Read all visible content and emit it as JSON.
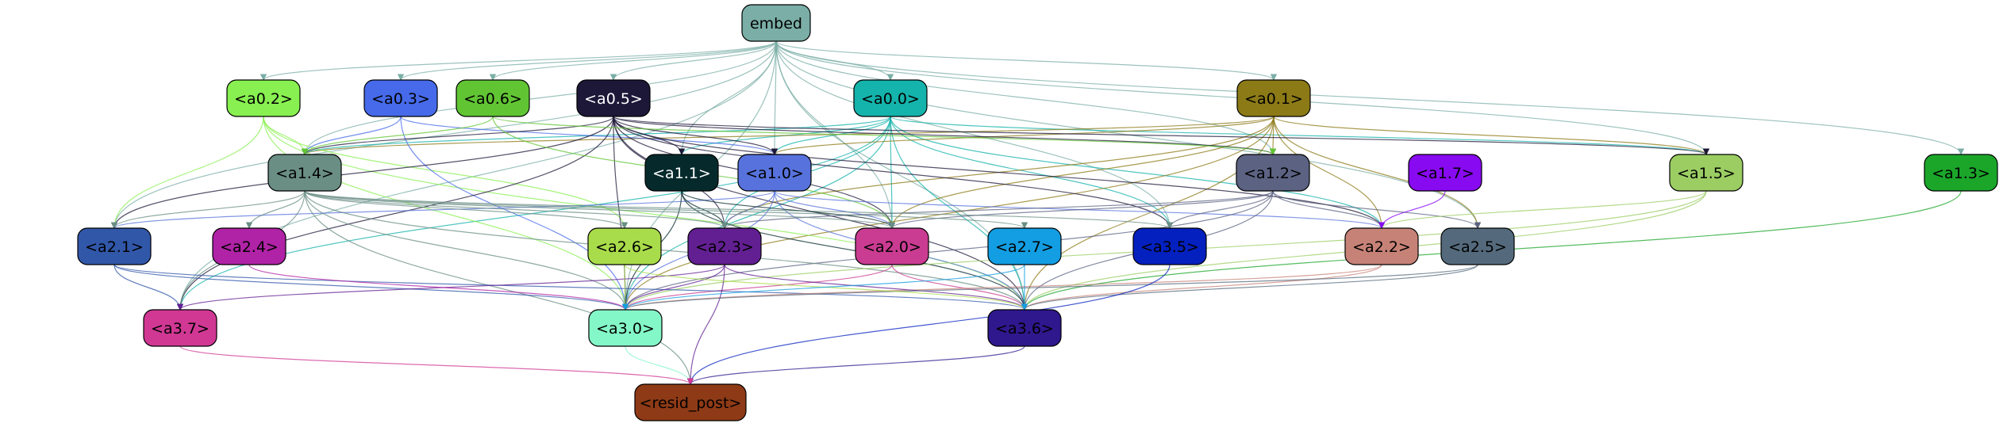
{
  "diagram": {
    "nodes": [
      {
        "id": "embed",
        "label": "embed",
        "fill": "#7aaea6",
        "text": "#000000"
      },
      {
        "id": "a0_0",
        "label": "<a0.0>",
        "fill": "#14b3ab",
        "text": "#000000"
      },
      {
        "id": "a0_1",
        "label": "<a0.1>",
        "fill": "#8c7a17",
        "text": "#000000"
      },
      {
        "id": "a0_2",
        "label": "<a0.2>",
        "fill": "#88f050",
        "text": "#000000"
      },
      {
        "id": "a0_3",
        "label": "<a0.3>",
        "fill": "#466aea",
        "text": "#000000"
      },
      {
        "id": "a0_5",
        "label": "<a0.5>",
        "fill": "#1d1738",
        "text": "#ffffff"
      },
      {
        "id": "a0_6",
        "label": "<a0.6>",
        "fill": "#61c533",
        "text": "#000000"
      },
      {
        "id": "a1_0",
        "label": "<a1.0>",
        "fill": "#5772dc",
        "text": "#000000"
      },
      {
        "id": "a1_1",
        "label": "<a1.1>",
        "fill": "#062a2c",
        "text": "#ffffff"
      },
      {
        "id": "a1_2",
        "label": "<a1.2>",
        "fill": "#5b6282",
        "text": "#000000"
      },
      {
        "id": "a1_3",
        "label": "<a1.3>",
        "fill": "#1ba62a",
        "text": "#000000"
      },
      {
        "id": "a1_4",
        "label": "<a1.4>",
        "fill": "#6a8e84",
        "text": "#000000"
      },
      {
        "id": "a1_5",
        "label": "<a1.5>",
        "fill": "#9bcd63",
        "text": "#000000"
      },
      {
        "id": "a1_7",
        "label": "<a1.7>",
        "fill": "#880af0",
        "text": "#000000"
      },
      {
        "id": "a2_0",
        "label": "<a2.0>",
        "fill": "#c93c91",
        "text": "#000000"
      },
      {
        "id": "a2_1",
        "label": "<a2.1>",
        "fill": "#3157a9",
        "text": "#000000"
      },
      {
        "id": "a2_2",
        "label": "<a2.2>",
        "fill": "#c78277",
        "text": "#000000"
      },
      {
        "id": "a2_3",
        "label": "<a2.3>",
        "fill": "#621f92",
        "text": "#000000"
      },
      {
        "id": "a2_4",
        "label": "<a2.4>",
        "fill": "#b022a6",
        "text": "#000000"
      },
      {
        "id": "a2_5",
        "label": "<a2.5>",
        "fill": "#546a7c",
        "text": "#000000"
      },
      {
        "id": "a2_6",
        "label": "<a2.6>",
        "fill": "#a9dc4a",
        "text": "#000000"
      },
      {
        "id": "a2_7",
        "label": "<a2.7>",
        "fill": "#139de2",
        "text": "#000000"
      },
      {
        "id": "a3_0",
        "label": "<a3.0>",
        "fill": "#84f7c8",
        "text": "#000000"
      },
      {
        "id": "a3_5",
        "label": "<a3.5>",
        "fill": "#0420bf",
        "text": "#000000"
      },
      {
        "id": "a3_6",
        "label": "<a3.6>",
        "fill": "#2f178e",
        "text": "#000000"
      },
      {
        "id": "a3_7",
        "label": "<a3.7>",
        "fill": "#d03894",
        "text": "#000000"
      },
      {
        "id": "resid_post",
        "label": "<resid_post>",
        "fill": "#8e3a16",
        "text": "#000000"
      }
    ],
    "edges": [
      [
        "embed",
        "a0_0"
      ],
      [
        "embed",
        "a0_1"
      ],
      [
        "embed",
        "a0_2"
      ],
      [
        "embed",
        "a0_3"
      ],
      [
        "embed",
        "a0_5"
      ],
      [
        "embed",
        "a0_6"
      ],
      [
        "embed",
        "a1_0"
      ],
      [
        "embed",
        "a1_1"
      ],
      [
        "embed",
        "a1_2"
      ],
      [
        "embed",
        "a1_3"
      ],
      [
        "embed",
        "a1_4"
      ],
      [
        "embed",
        "a1_5"
      ],
      [
        "embed",
        "a2_0"
      ],
      [
        "embed",
        "a2_1"
      ],
      [
        "embed",
        "a2_5"
      ],
      [
        "embed",
        "a3_0"
      ],
      [
        "embed",
        "a3_5"
      ],
      [
        "embed",
        "a3_6"
      ],
      [
        "embed",
        "a3_7"
      ],
      [
        "a0_0",
        "a1_0"
      ],
      [
        "a0_0",
        "a1_1"
      ],
      [
        "a0_0",
        "a1_4"
      ],
      [
        "a0_0",
        "a1_5"
      ],
      [
        "a0_0",
        "a2_0"
      ],
      [
        "a0_0",
        "a2_2"
      ],
      [
        "a0_0",
        "a2_3"
      ],
      [
        "a0_0",
        "a3_0"
      ],
      [
        "a0_0",
        "a3_5"
      ],
      [
        "a0_0",
        "a3_6"
      ],
      [
        "a0_0",
        "a3_7"
      ],
      [
        "a0_1",
        "a1_0"
      ],
      [
        "a0_1",
        "a1_2"
      ],
      [
        "a0_1",
        "a1_4"
      ],
      [
        "a0_1",
        "a1_5"
      ],
      [
        "a0_1",
        "a2_0"
      ],
      [
        "a0_1",
        "a2_2"
      ],
      [
        "a0_1",
        "a2_3"
      ],
      [
        "a0_1",
        "a2_5"
      ],
      [
        "a0_1",
        "a3_0"
      ],
      [
        "a0_1",
        "a3_6"
      ],
      [
        "a0_2",
        "a1_4"
      ],
      [
        "a0_2",
        "a2_1"
      ],
      [
        "a0_2",
        "a2_6"
      ],
      [
        "a0_2",
        "a3_0"
      ],
      [
        "a0_2",
        "a3_6"
      ],
      [
        "a0_3",
        "a1_0"
      ],
      [
        "a0_3",
        "a1_4"
      ],
      [
        "a0_3",
        "a3_0"
      ],
      [
        "a0_5",
        "a1_0"
      ],
      [
        "a0_5",
        "a1_1"
      ],
      [
        "a0_5",
        "a1_2"
      ],
      [
        "a0_5",
        "a1_4"
      ],
      [
        "a0_5",
        "a1_5"
      ],
      [
        "a0_5",
        "a2_0"
      ],
      [
        "a0_5",
        "a2_1"
      ],
      [
        "a0_5",
        "a2_2"
      ],
      [
        "a0_5",
        "a2_3"
      ],
      [
        "a0_5",
        "a3_0"
      ],
      [
        "a0_5",
        "a3_5"
      ],
      [
        "a0_5",
        "a3_6"
      ],
      [
        "a0_5",
        "a3_7"
      ],
      [
        "a0_6",
        "a1_2"
      ],
      [
        "a0_6",
        "a1_4"
      ],
      [
        "a0_6",
        "a2_0"
      ],
      [
        "a1_0",
        "a2_0"
      ],
      [
        "a1_0",
        "a2_1"
      ],
      [
        "a1_0",
        "a2_2"
      ],
      [
        "a1_0",
        "a2_3"
      ],
      [
        "a1_0",
        "a3_0"
      ],
      [
        "a1_0",
        "a3_6"
      ],
      [
        "a1_1",
        "a2_0"
      ],
      [
        "a1_1",
        "a2_3"
      ],
      [
        "a1_1",
        "a3_0"
      ],
      [
        "a1_1",
        "a3_6"
      ],
      [
        "a1_2",
        "a2_0"
      ],
      [
        "a1_2",
        "a2_2"
      ],
      [
        "a1_2",
        "a2_3"
      ],
      [
        "a1_2",
        "a2_5"
      ],
      [
        "a1_2",
        "a3_0"
      ],
      [
        "a1_2",
        "a3_5"
      ],
      [
        "a1_2",
        "a3_6"
      ],
      [
        "a1_3",
        "a3_6"
      ],
      [
        "a1_4",
        "a2_0"
      ],
      [
        "a1_4",
        "a2_1"
      ],
      [
        "a1_4",
        "a2_3"
      ],
      [
        "a1_4",
        "a2_4"
      ],
      [
        "a1_4",
        "a2_6"
      ],
      [
        "a1_4",
        "a2_7"
      ],
      [
        "a1_4",
        "a3_0"
      ],
      [
        "a1_4",
        "a3_5"
      ],
      [
        "a1_4",
        "a3_6"
      ],
      [
        "a1_4",
        "a3_7"
      ],
      [
        "a1_4",
        "resid_post"
      ],
      [
        "a1_5",
        "a2_2"
      ],
      [
        "a1_5",
        "a3_0"
      ],
      [
        "a1_5",
        "a3_6"
      ],
      [
        "a1_7",
        "a2_2"
      ],
      [
        "a2_0",
        "a3_0"
      ],
      [
        "a2_0",
        "a3_6"
      ],
      [
        "a2_1",
        "a3_0"
      ],
      [
        "a2_1",
        "a3_6"
      ],
      [
        "a2_1",
        "a3_7"
      ],
      [
        "a2_2",
        "a3_0"
      ],
      [
        "a2_2",
        "a3_6"
      ],
      [
        "a2_3",
        "a3_0"
      ],
      [
        "a2_3",
        "a3_6"
      ],
      [
        "a2_3",
        "a3_7"
      ],
      [
        "a2_3",
        "resid_post"
      ],
      [
        "a2_4",
        "a3_0"
      ],
      [
        "a2_5",
        "a3_0"
      ],
      [
        "a2_5",
        "a3_6"
      ],
      [
        "a2_6",
        "a3_0"
      ],
      [
        "a2_6",
        "a3_6"
      ],
      [
        "a2_7",
        "a3_0"
      ],
      [
        "a2_7",
        "a3_6"
      ],
      [
        "a3_0",
        "resid_post"
      ],
      [
        "a3_5",
        "resid_post"
      ],
      [
        "a3_6",
        "resid_post"
      ],
      [
        "a3_7",
        "resid_post"
      ]
    ]
  }
}
